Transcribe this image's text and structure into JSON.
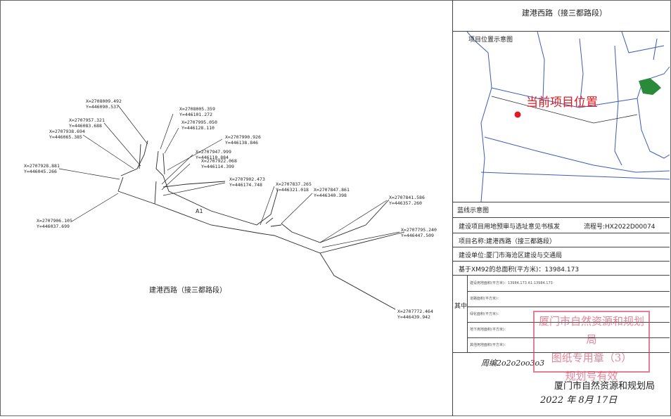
{
  "panel": {
    "title": "建港西路（接三都路段）",
    "location_caption": "项目位置示意图",
    "current_position_label": "当前项目位置",
    "redline_caption": "蓝线示意图",
    "approval_type": "建设项目用地预审与选址意见书核发",
    "process_no": "流程号:HX2022D00074",
    "project_name": "项目名称:建港西路（接三都路段）",
    "build_unit": "建设单位:厦门市海沧区建设与交通局",
    "total_area": "基于XM92的总面积(平方米)：13984.173",
    "among_label": "其中",
    "sub_rows": [
      "建设用地面积(平方米)：13984.173 A1:13984.173",
      "道路面积(平方米)：",
      "绿化面积(平方米)：",
      "地下用地面积(平方米)：",
      "其他用地面积(平方米)："
    ],
    "stamp_lines": [
      "厦门市自然资源和规划局",
      "图纸专用章（3）",
      "规划号有效"
    ],
    "signature_text": "周编2o2o2oo3o3",
    "issuer": "厦门市自然资源和规划局",
    "date_hand": "2022 年 8月 17日"
  },
  "map": {
    "road_label": "建港西路（接三都路段）",
    "parcel_label": "A1",
    "coords": [
      {
        "x": "X=2708009.492",
        "y": "Y=446090.537"
      },
      {
        "x": "X=2708005.359",
        "y": "Y=446101.272"
      },
      {
        "x": "X=2707957.321",
        "y": "Y=446083.688"
      },
      {
        "x": "X=2707995.050",
        "y": "Y=446128.110"
      },
      {
        "x": "X=2707938.694",
        "y": "Y=446065.385"
      },
      {
        "x": "X=2707990.926",
        "y": "Y=446138.846"
      },
      {
        "x": "X=2707947.999",
        "y": "Y=446110.884"
      },
      {
        "x": "X=2707922.068",
        "y": "Y=446114.399"
      },
      {
        "x": "X=2707928.881",
        "y": "Y=446045.266"
      },
      {
        "x": "X=2707902.473",
        "y": "Y=446174.748"
      },
      {
        "x": "X=2707837.265",
        "y": "Y=446321.018"
      },
      {
        "x": "X=2707847.861",
        "y": "Y=446340.398"
      },
      {
        "x": "X=2707841.586",
        "y": "Y=446357.260"
      },
      {
        "x": "X=2707906.105",
        "y": "Y=446037.699"
      },
      {
        "x": "X=2707795.240",
        "y": "Y=446447.509"
      },
      {
        "x": "X=2707772.464",
        "y": "Y=446439.942"
      }
    ]
  },
  "colors": {
    "stamp": "#d23c5a",
    "marker": "#e11b22",
    "line": "#2a2a2a",
    "inset_line": "#3b5cb8"
  }
}
